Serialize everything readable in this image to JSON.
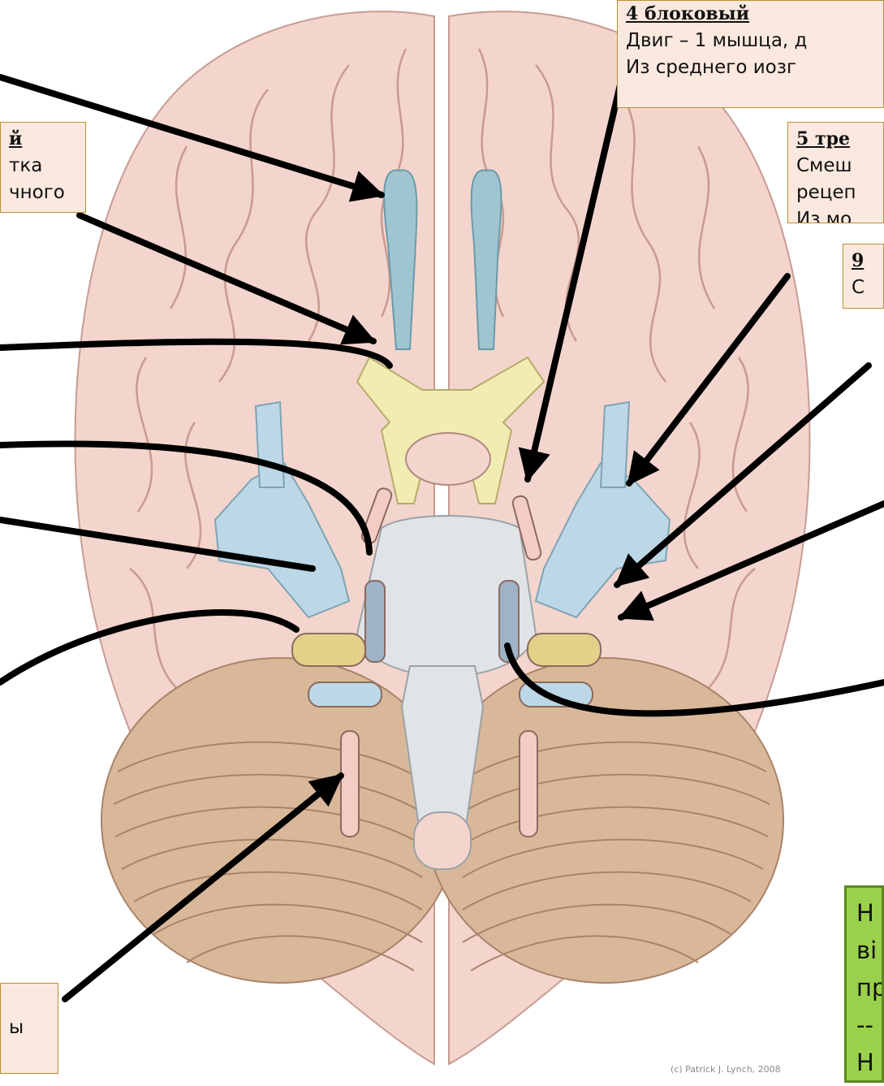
{
  "boxes": {
    "nerve4": {
      "heading": "4 блоковый",
      "line1": "Двиг – 1 мышца, д",
      "line2": "Из среднего иозг"
    },
    "nerve5": {
      "heading": "5 тре",
      "line1": "Смеш",
      "line2": "рецеп",
      "line3": "Из мо"
    },
    "nerve9": {
      "heading": "9",
      "line1": "С"
    },
    "left_top": {
      "heading": "й",
      "line1": "тка",
      "line2": "чного"
    },
    "left_bottom": {
      "line1": "ы"
    }
  },
  "note": {
    "lines": [
      "Н",
      "ві",
      "пр",
      "--",
      "Н"
    ]
  },
  "copyright": "(c) Patrick J. Lynch, 2008",
  "colors": {
    "cortex": "#f3d5cd",
    "cerebellum": "#d9b89a",
    "olfactory": "#9fc5d1",
    "optic": "#f1ecb2",
    "trigeminal": "#bcd8e6",
    "brainstem": "#e0e4e7",
    "label_bg": "#fbe9df",
    "label_border": "#b9912f",
    "note_bg": "#9ad14c"
  }
}
